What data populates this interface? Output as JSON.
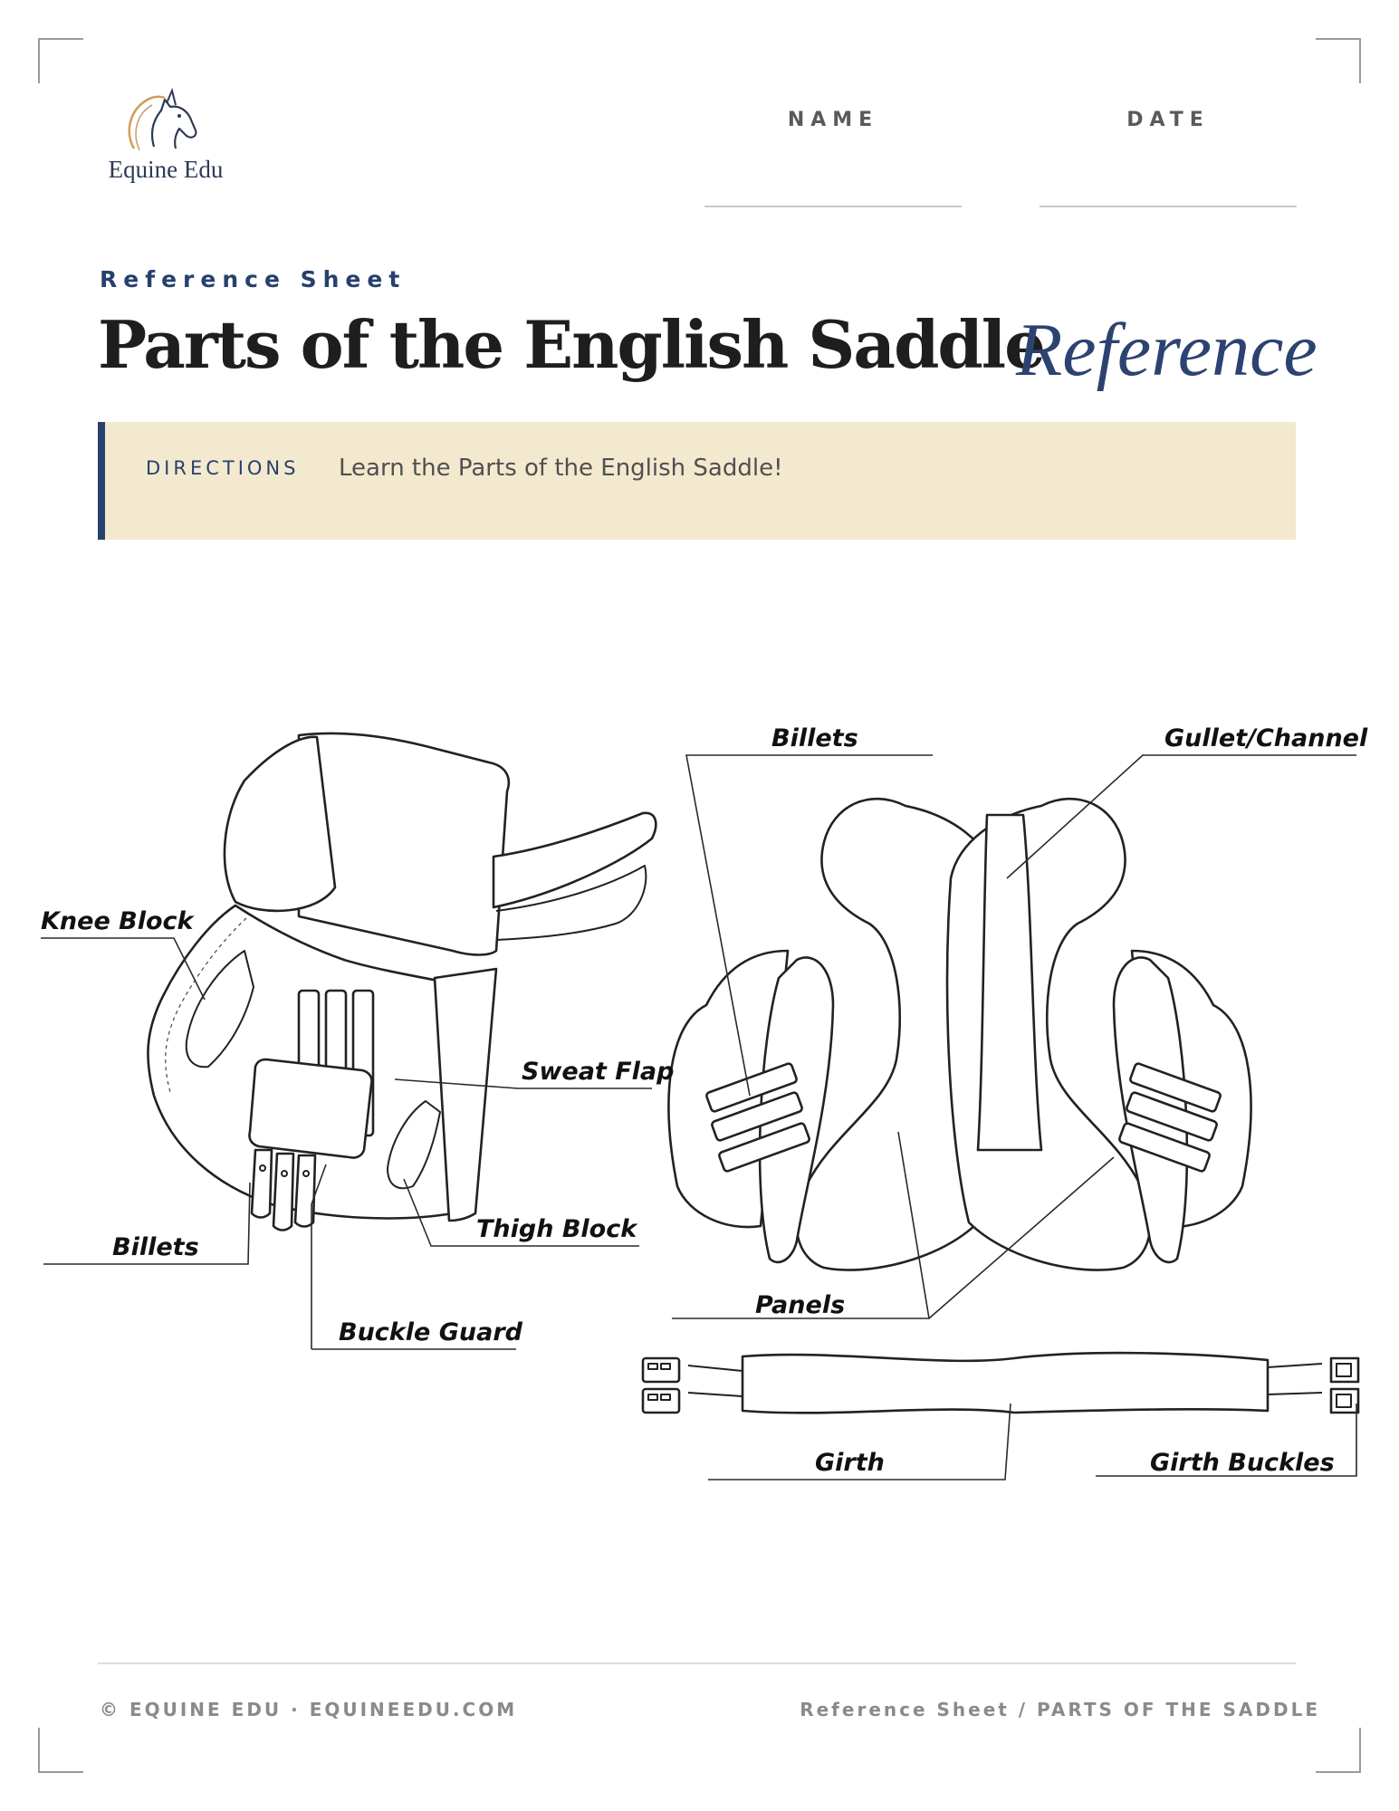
{
  "brand": {
    "logo_text": "Equine Edu",
    "logo_icon": "horse-head-icon"
  },
  "header": {
    "name_label": "NAME",
    "date_label": "DATE"
  },
  "kicker": "Reference Sheet",
  "title": "Parts of the English Saddle",
  "title_accent": "Reference",
  "directions": {
    "label": "DIRECTIONS",
    "text": "Learn the Parts of the English Saddle!"
  },
  "diagram_labels": {
    "knee_block": "Knee Block",
    "sweat_flap": "Sweat Flap",
    "billets_left": "Billets",
    "thigh_block": "Thigh Block",
    "buckle_guard": "Buckle Guard",
    "billets_right": "Billets",
    "gullet_channel": "Gullet/Channel",
    "panels": "Panels",
    "girth": "Girth",
    "girth_buckles": "Girth Buckles"
  },
  "footer": {
    "left": "© EQUINE EDU · EQUINEEDU.COM",
    "right": "Reference Sheet / PARTS OF THE SADDLE"
  },
  "colors": {
    "navy": "#27406e",
    "accent": "#2c4372",
    "directions_bg": "#f3e9cf",
    "muted": "#8a8a8a"
  }
}
